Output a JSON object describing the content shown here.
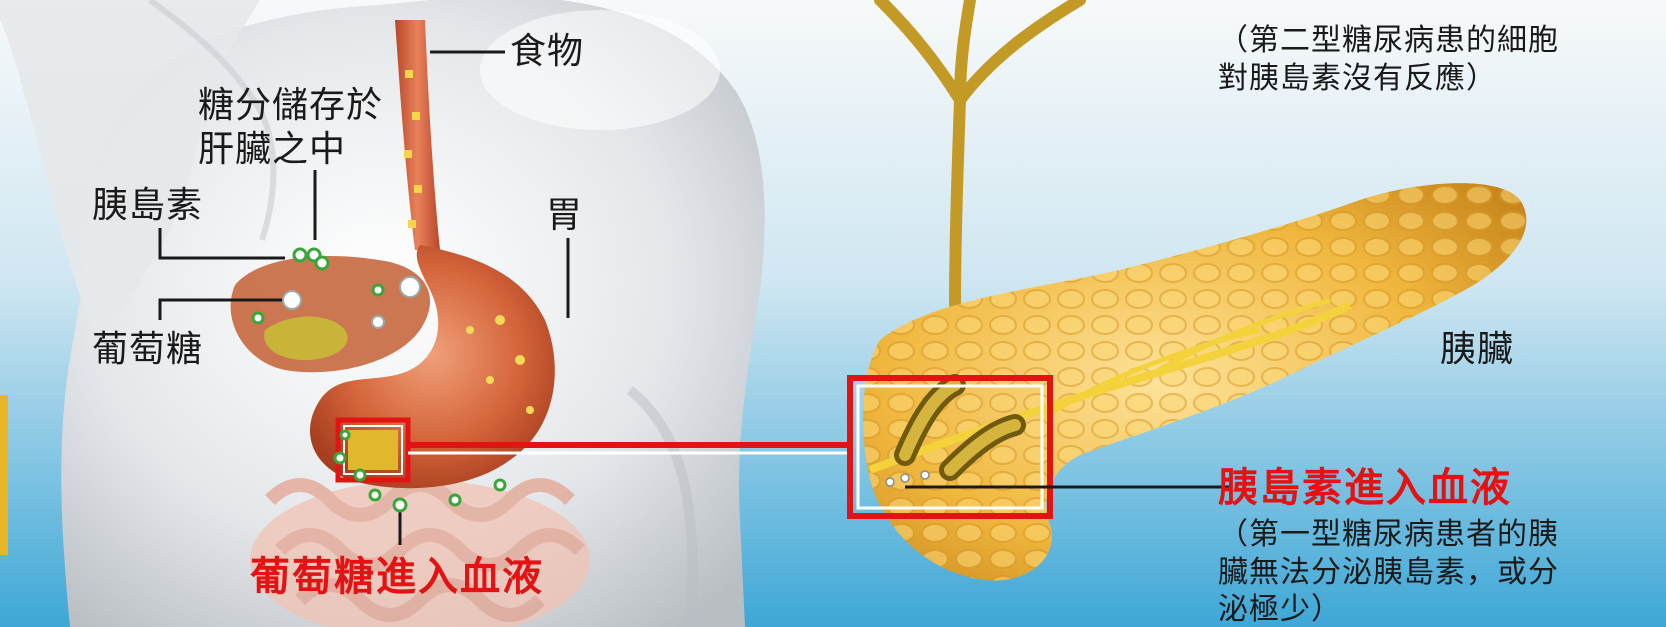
{
  "labels": {
    "food": "食物",
    "glycogen_line1": "糖分儲存於",
    "glycogen_line2": "肝臟之中",
    "insulin": "胰島素",
    "glucose": "葡萄糖",
    "stomach": "胃",
    "glucose_into_blood": "葡萄糖進入血液",
    "pancreas": "胰臟",
    "insulin_into_blood": "胰島素進入血液"
  },
  "notes": {
    "type2_line1": "（第二型糖尿病患的細胞",
    "type2_line2": "對胰島素沒有反應）",
    "type1_line1": "（第一型糖尿病患者的胰",
    "type1_line2": "臟無法分泌胰島素，或分",
    "type1_line3": "泌極少）"
  },
  "colors": {
    "background_top": "#f4f7f8",
    "background_bottom": "#3ea9d8",
    "highlight": "#e41313",
    "organ": "#c9542d",
    "pancreas": "#e0a21d",
    "insulin_dot": "#3aa63a"
  }
}
